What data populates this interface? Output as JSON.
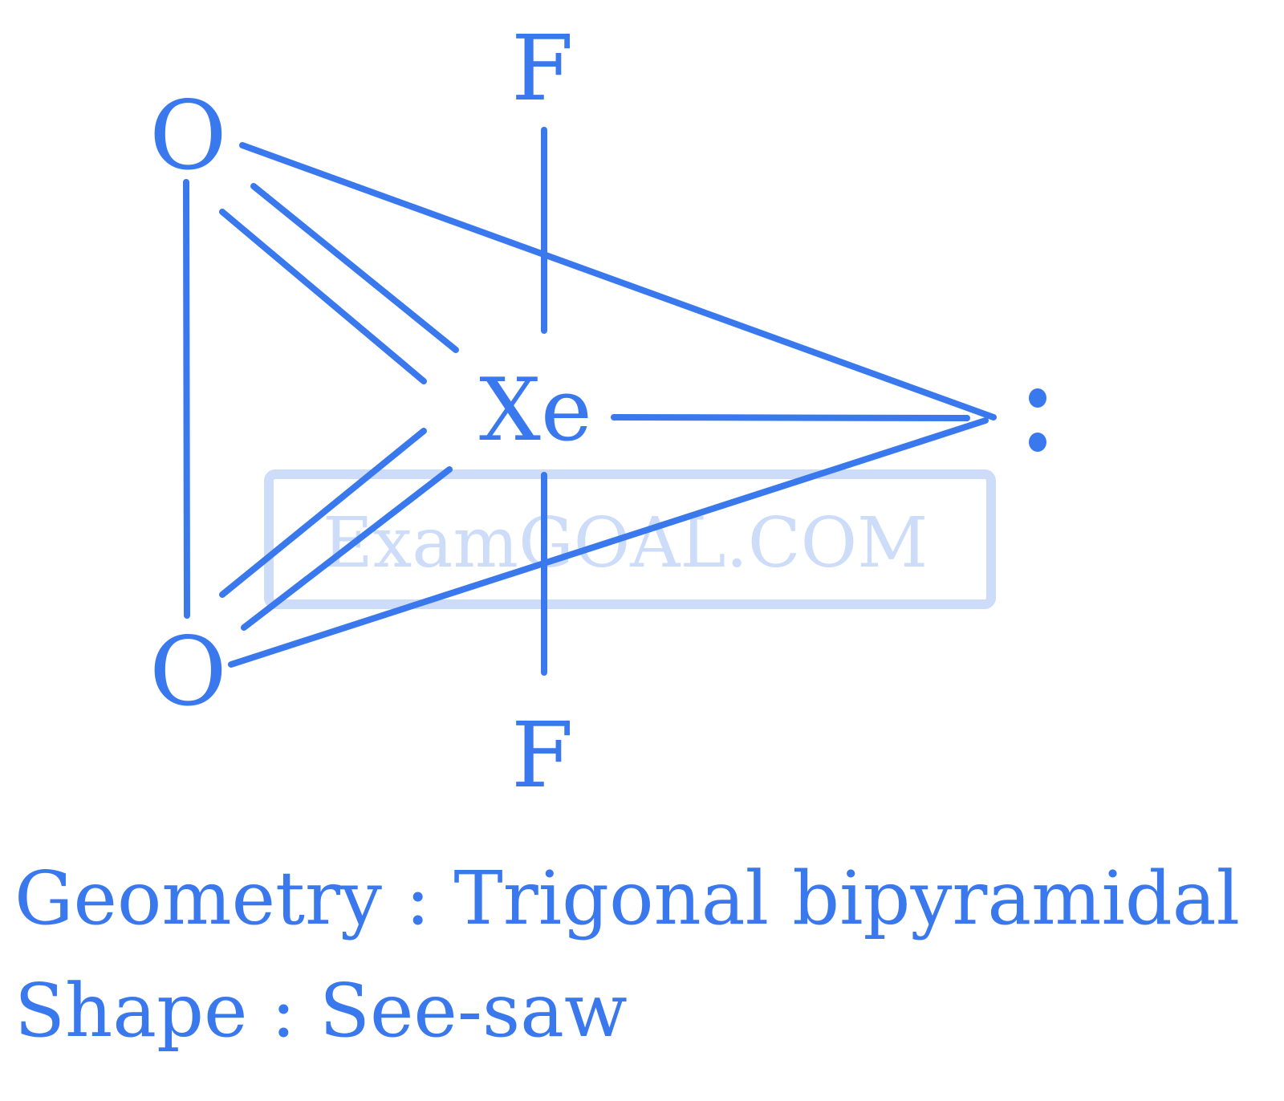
{
  "colors": {
    "bond": "#3a78ee",
    "text": "#3a78ee",
    "watermark": "#cddcf8",
    "background": "#ffffff"
  },
  "molecule": {
    "central_atom": "Xe",
    "atoms": {
      "fluorine_top": "F",
      "fluorine_bottom": "F",
      "oxygen_top": "O",
      "oxygen_bottom": "O"
    },
    "lone_pair": ":"
  },
  "watermark": {
    "text": "ExamGOAL.COM"
  },
  "captions": {
    "geometry": "Geometry : Trigonal bipyramidal",
    "shape": "Shape : See-saw"
  }
}
